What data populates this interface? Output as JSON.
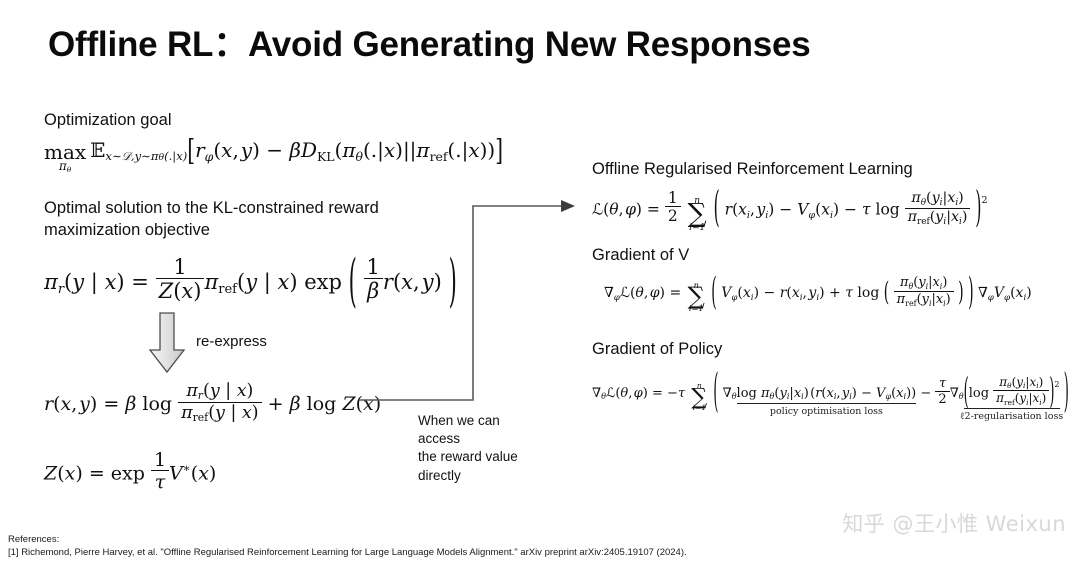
{
  "slide": {
    "title": "Offline RL：Avoid Generating New Responses",
    "background_color": "#ffffff",
    "text_color": "#111111"
  },
  "left_column": {
    "optimization_goal_heading": "Optimization goal",
    "optimization_goal_formula_text": "max_{π_θ} E_{x~D, y~π_θ(.|x)} [ r_φ(x,y) − β D_KL( π_θ(.|x) || π_ref(.|x) ) ]",
    "optimal_solution_heading": "Optimal solution to the KL-constrained reward maximization objective",
    "optimal_solution_formula_text": "π_r(y | x) = (1/Z(x)) π_ref(y | x) exp( (1/β) r(x,y) )",
    "reexpress_label": "re-express",
    "reward_formula_text": "r(x,y) = β log [ π_r(y|x) / π_ref(y|x) ] + β log Z(x)",
    "partition_formula_text": "Z(x) = exp (1/τ) V*(x)",
    "connector_note": "When we can\naccess\nthe reward value\ndirectly"
  },
  "right_column": {
    "orl_heading": "Offline Regularised Reinforcement Learning",
    "orl_formula_text": "L(θ,φ) = (1/2) Σ_{i=1}^{n} ( r(x_i,y_i) − V_φ(x_i) − τ log [π_θ(y_i|x_i)/π_ref(y_i|x_i)] )^2",
    "gradient_v_heading": "Gradient of V",
    "gradient_v_formula_text": "∇_φ L(θ,φ) = Σ_{i=1}^{n} ( V_φ(x_i) − r(x_i,y_i) + τ log ( π_θ(y_i|x_i)/π_ref(y_i|x_i) ) ) ∇_φ V_φ(x_i)",
    "gradient_policy_heading": "Gradient of Policy",
    "gradient_policy_formula_text": "∇_θ L(θ,φ) = −τ Σ_{i=1}^{n} ( ∇_θ log π_θ(y_i|x_i) (r(x_i,y_i) − V_φ(x_i)) − (τ/2) ∇_θ ( log π_θ(y_i|x_i)/π_ref(y_i|x_i) )^2 )",
    "underbrace_policy_label": "policy optimisation loss",
    "underbrace_l2_label": "ℓ2-regularisation loss"
  },
  "symbols": {
    "max": "max",
    "exp": "exp",
    "log": "log",
    "E": "E",
    "pi": "π",
    "beta": "β",
    "tau": "τ",
    "theta": "θ",
    "phi": "φ",
    "varphi": "φ",
    "nabla": "∇",
    "sum": "Σ",
    "D": "D",
    "KL": "KL",
    "ref": "ref",
    "L": "ℒ",
    "one": "1",
    "two": "2",
    "n": "n",
    "i_eq_1": "i=1",
    "minus": "−",
    "plus": "+",
    "equals": "=",
    "sim": "∼",
    "mid": "|",
    "dmid": "||",
    "star": "∗",
    "dot": ".",
    "x": "x",
    "y": "y",
    "r": "r",
    "V": "V",
    "Z": "Z",
    "Dcal": "𝒟",
    "ell2": "ℓ2"
  },
  "footer": {
    "references_label": "References:",
    "reference_1": "[1] Richemond, Pierre Harvey, et al. \"Offline Regularised Reinforcement Learning for Large Language Models Alignment.\" arXiv preprint arXiv:2405.19107 (2024).",
    "watermark": "知乎 @王小惟 Weixun"
  }
}
